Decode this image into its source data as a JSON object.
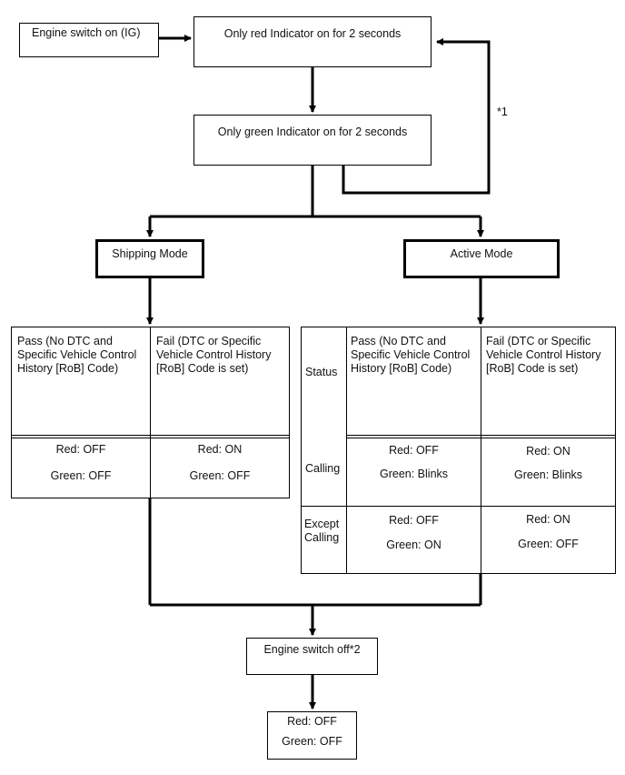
{
  "nodes": {
    "engine_on": "Engine switch on (IG)",
    "red_indicator": "Only red Indicator on for 2 seconds",
    "green_indicator": "Only green Indicator on for 2 seconds",
    "shipping_mode": "Shipping Mode",
    "active_mode": "Active Mode",
    "engine_off": "Engine switch off*2",
    "final_red": "Red: OFF",
    "final_green": "Green: OFF"
  },
  "loop_note": "*1",
  "shipping_table": {
    "pass_header": "Pass (No DTC and Specific Vehicle Control History [RoB] Code)",
    "fail_header": "Fail (DTC or Specific Vehicle Control History [RoB] Code is set)",
    "pass_red": "Red: OFF",
    "pass_green": "Green: OFF",
    "fail_red": "Red: ON",
    "fail_green": "Green: OFF"
  },
  "active_table": {
    "status_label": "Status",
    "pass_header": "Pass (No DTC and Specific Vehicle Control History [RoB] Code)",
    "fail_header": "Fail (DTC or Specific Vehicle Control History [RoB] Code is set)",
    "rows": [
      {
        "label": "Calling",
        "pass_red": "Red: OFF",
        "pass_green": "Green: Blinks",
        "fail_red": "Red: ON",
        "fail_green": "Green: Blinks"
      },
      {
        "label": "Except Calling",
        "pass_red": "Red: OFF",
        "pass_green": "Green: ON",
        "fail_red": "Red: ON",
        "fail_green": "Green: OFF"
      }
    ]
  }
}
